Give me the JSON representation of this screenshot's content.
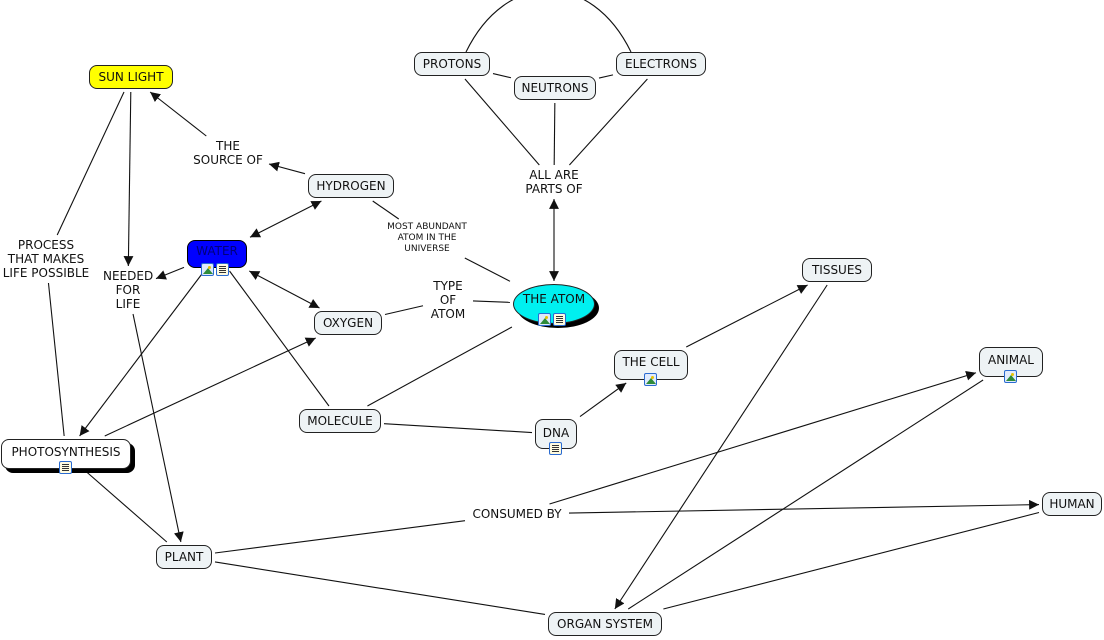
{
  "concepts": {
    "sun_light": "SUN LIGHT",
    "protons": "PROTONS",
    "neutrons": "NEUTRONS",
    "electrons": "ELECTRONS",
    "hydrogen": "HYDROGEN",
    "water": "WATER",
    "oxygen": "OXYGEN",
    "the_atom": "THE ATOM",
    "tissues": "TISSUES",
    "the_cell": "THE CELL",
    "animal": "ANIMAL",
    "molecule": "MOLECULE",
    "dna": "DNA",
    "photosynthesis": "PHOTOSYNTHESIS",
    "human": "HUMAN",
    "plant": "PLANT",
    "organ_system": "ORGAN SYSTEM"
  },
  "linking_phrases": {
    "the_source_of": [
      "THE",
      "SOURCE OF"
    ],
    "process_that_makes": [
      "PROCESS",
      "THAT MAKES",
      "LIFE POSSIBLE"
    ],
    "needed_for_life": [
      "NEEDED",
      "FOR",
      "LIFE"
    ],
    "most_abundant": [
      "MOST ABUNDANT",
      "ATOM IN THE",
      "UNIVERSE"
    ],
    "type_of_atom": [
      "TYPE",
      "OF",
      "ATOM"
    ],
    "all_are_parts_of": [
      "ALL ARE",
      "PARTS OF"
    ],
    "consumed_by": [
      "CONSUMED BY"
    ]
  },
  "resource_icons": {
    "water": [
      "image",
      "document"
    ],
    "the_atom": [
      "image",
      "document"
    ],
    "the_cell": [
      "image"
    ],
    "animal": [
      "image"
    ],
    "dna": [
      "document"
    ],
    "photosynthesis": [
      "document"
    ]
  },
  "colors": {
    "sun_light": "#ffff00",
    "water": "#0000ff",
    "the_atom": "#00f0f0",
    "default_node": "#eef3f5",
    "line": "#111111"
  },
  "connections": [
    {
      "from": "the_source_of",
      "to": "sun_light",
      "arrow": "end"
    },
    {
      "from": "hydrogen",
      "to": "the_source_of",
      "arrow": "end"
    },
    {
      "from": "sun_light",
      "to": "needed_for_life",
      "arrow": "end"
    },
    {
      "from": "sun_light",
      "to": "process_that_makes",
      "arrow": "none"
    },
    {
      "from": "process_that_makes",
      "to": "photosynthesis",
      "arrow": "none"
    },
    {
      "from": "water",
      "to": "needed_for_life",
      "arrow": "end"
    },
    {
      "from": "needed_for_life",
      "to": "plant",
      "arrow": "end"
    },
    {
      "from": "water",
      "to": "hydrogen",
      "arrow": "both"
    },
    {
      "from": "water",
      "to": "oxygen",
      "arrow": "both"
    },
    {
      "from": "water",
      "to": "photosynthesis",
      "arrow": "end"
    },
    {
      "from": "water",
      "to": "molecule",
      "arrow": "none"
    },
    {
      "from": "photosynthesis",
      "to": "oxygen",
      "arrow": "end"
    },
    {
      "from": "photosynthesis",
      "to": "plant",
      "arrow": "none"
    },
    {
      "from": "hydrogen",
      "to": "most_abundant",
      "arrow": "none"
    },
    {
      "from": "most_abundant",
      "to": "the_atom",
      "arrow": "none"
    },
    {
      "from": "oxygen",
      "to": "type_of_atom",
      "arrow": "none"
    },
    {
      "from": "type_of_atom",
      "to": "the_atom",
      "arrow": "none"
    },
    {
      "from": "protons",
      "to": "electrons",
      "arrow": "none",
      "curve": true
    },
    {
      "from": "protons",
      "to": "neutrons",
      "arrow": "none"
    },
    {
      "from": "neutrons",
      "to": "electrons",
      "arrow": "none"
    },
    {
      "from": "protons",
      "to": "all_are_parts_of",
      "arrow": "none"
    },
    {
      "from": "neutrons",
      "to": "all_are_parts_of",
      "arrow": "none"
    },
    {
      "from": "electrons",
      "to": "all_are_parts_of",
      "arrow": "none"
    },
    {
      "from": "all_are_parts_of",
      "to": "the_atom",
      "arrow": "both"
    },
    {
      "from": "the_atom",
      "to": "molecule",
      "arrow": "none"
    },
    {
      "from": "molecule",
      "to": "dna",
      "arrow": "none"
    },
    {
      "from": "dna",
      "to": "the_cell",
      "arrow": "end"
    },
    {
      "from": "the_cell",
      "to": "tissues",
      "arrow": "end"
    },
    {
      "from": "tissues",
      "to": "organ_system",
      "arrow": "end"
    },
    {
      "from": "plant",
      "to": "consumed_by",
      "arrow": "none"
    },
    {
      "from": "consumed_by",
      "to": "animal",
      "arrow": "end"
    },
    {
      "from": "consumed_by",
      "to": "human",
      "arrow": "end"
    },
    {
      "from": "plant",
      "to": "organ_system",
      "arrow": "none"
    },
    {
      "from": "animal",
      "to": "organ_system",
      "arrow": "none"
    },
    {
      "from": "human",
      "to": "organ_system",
      "arrow": "none"
    }
  ]
}
